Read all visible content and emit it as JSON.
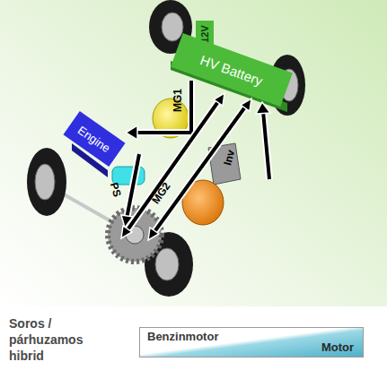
{
  "diagram": {
    "nodes": [
      {
        "text": [
          "12V"
        ]
      },
      {
        "text": [
          "HV Battery"
        ]
      },
      {
        "text": [
          "Engine"
        ]
      },
      {
        "text": [
          "Benzinmotor",
          "Motor"
        ]
      }
    ],
    "labels": [
      "MG1",
      "PS",
      "Inv",
      "MG2",
      "Soros / párhuzamos hibrid"
    ]
  }
}
